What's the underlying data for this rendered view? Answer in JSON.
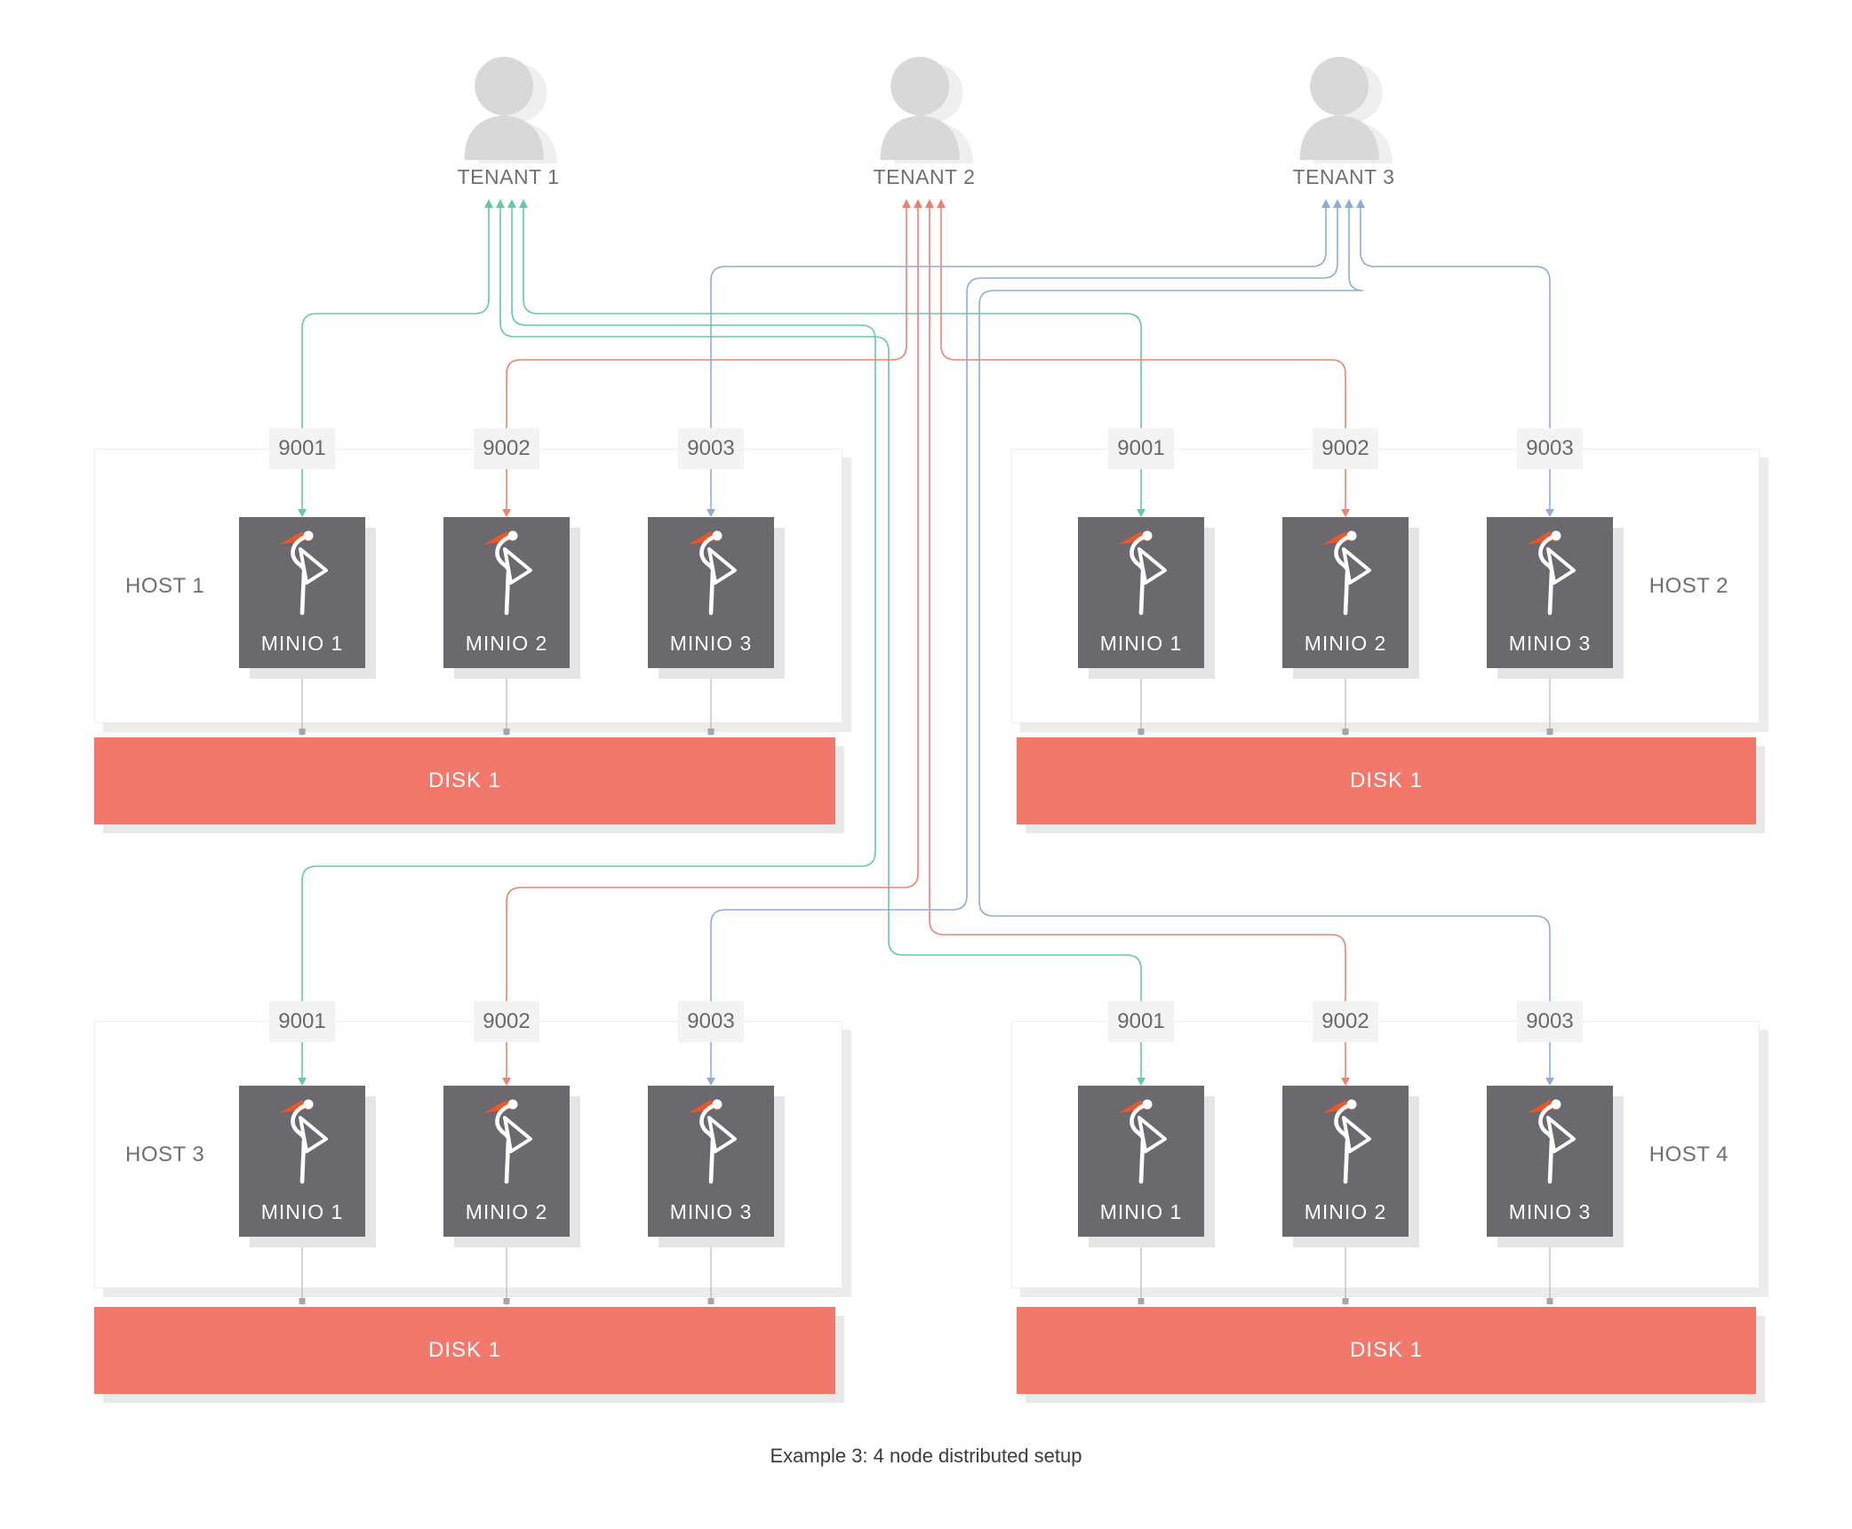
{
  "caption": "Example 3: 4 node distributed setup",
  "tenants": [
    {
      "label": "TENANT 1"
    },
    {
      "label": "TENANT 2"
    },
    {
      "label": "TENANT 3"
    }
  ],
  "hosts": [
    {
      "label": "HOST 1",
      "ports": [
        "9001",
        "9002",
        "9003"
      ],
      "nodes": [
        "MINIO 1",
        "MINIO 2",
        "MINIO 3"
      ],
      "disk": "DISK 1"
    },
    {
      "label": "HOST 2",
      "ports": [
        "9001",
        "9002",
        "9003"
      ],
      "nodes": [
        "MINIO 1",
        "MINIO 2",
        "MINIO 3"
      ],
      "disk": "DISK 1"
    },
    {
      "label": "HOST 3",
      "ports": [
        "9001",
        "9002",
        "9003"
      ],
      "nodes": [
        "MINIO 1",
        "MINIO 2",
        "MINIO 3"
      ],
      "disk": "DISK 1"
    },
    {
      "label": "HOST 4",
      "ports": [
        "9001",
        "9002",
        "9003"
      ],
      "nodes": [
        "MINIO 1",
        "MINIO 2",
        "MINIO 3"
      ],
      "disk": "DISK 1"
    }
  ],
  "connections": [
    {
      "tenant": "TENANT 1",
      "color": "#63c8ac",
      "targets": [
        "HOST 1:9001",
        "HOST 2:9001",
        "HOST 3:9001",
        "HOST 4:9001"
      ]
    },
    {
      "tenant": "TENANT 2",
      "color": "#f0806d",
      "targets": [
        "HOST 1:9002",
        "HOST 2:9002",
        "HOST 3:9002",
        "HOST 4:9002"
      ]
    },
    {
      "tenant": "TENANT 3",
      "color": "#8badda",
      "targets": [
        "HOST 1:9003",
        "HOST 2:9003",
        "HOST 3:9003",
        "HOST 4:9003"
      ]
    }
  ],
  "colors": {
    "tenant1": "#63c8ac",
    "tenant2": "#f0806d",
    "tenant3": "#8badda",
    "disk": "#f1786a",
    "node": "#6a696d",
    "beak": "#f0542c",
    "connector": "#bdbdbd",
    "label": "#6f6f72"
  }
}
